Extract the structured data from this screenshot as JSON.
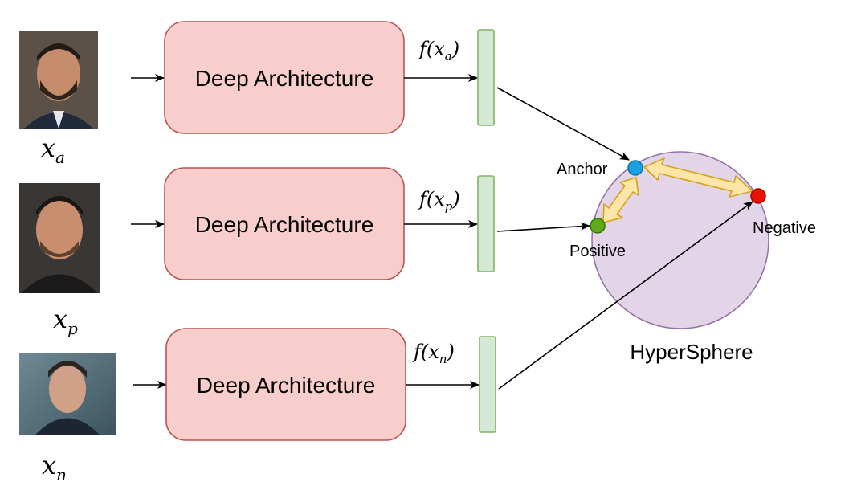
{
  "rows": [
    {
      "id": "a",
      "input_var": "x",
      "input_sub": "a",
      "block_label": "Deep Architecture",
      "embed_fn": "f(x",
      "embed_sub": "a",
      "embed_close": ")"
    },
    {
      "id": "p",
      "input_var": "x",
      "input_sub": "p",
      "block_label": "Deep Architecture",
      "embed_fn": "f(x",
      "embed_sub": "p",
      "embed_close": ")"
    },
    {
      "id": "n",
      "input_var": "x",
      "input_sub": "n",
      "block_label": "Deep Architecture",
      "embed_fn": "f(x",
      "embed_sub": "n",
      "embed_close": ")"
    }
  ],
  "sphere": {
    "label": "HyperSphere",
    "points": {
      "anchor": {
        "label": "Anchor",
        "color": "#1ba1e2"
      },
      "positive": {
        "label": "Positive",
        "color": "#60a917"
      },
      "negative": {
        "label": "Negative",
        "color": "#e51400"
      }
    }
  },
  "colors": {
    "block_fill": "#f8cecc",
    "block_stroke": "#b85450",
    "embed_fill": "#d5e8d4",
    "embed_stroke": "#82b366",
    "sphere_fill": "#e1d5e7",
    "sphere_stroke": "#9673a6",
    "dist_fill": "#ffe6a8",
    "dist_stroke": "#d6a218"
  }
}
